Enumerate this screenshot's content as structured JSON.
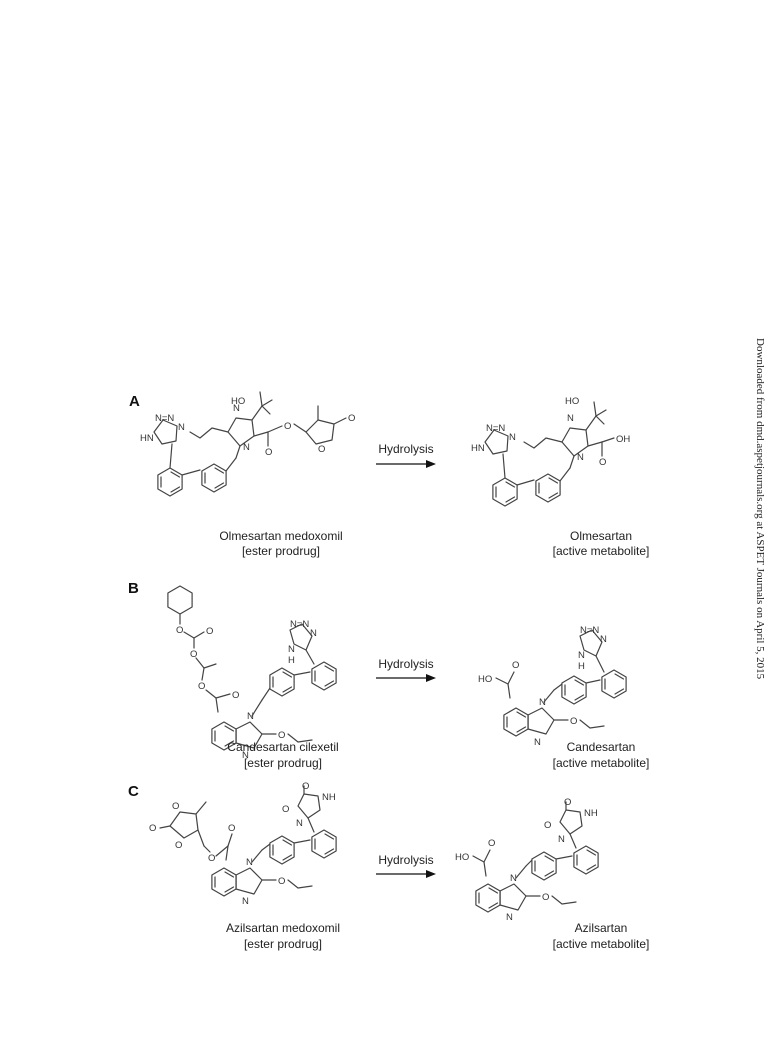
{
  "watermark": "Downloaded from dmd.aspetjournals.org at ASPET Journals on April 5, 2015",
  "reaction_label": "Hydrolysis",
  "panels": [
    {
      "letter": "A",
      "prodrug": {
        "name": "Olmesartan medoxomil",
        "tag": "[ester prodrug]"
      },
      "metabolite": {
        "name": "Olmesartan",
        "tag": "[active metabolite]"
      }
    },
    {
      "letter": "B",
      "prodrug": {
        "name": "Candesartan cilexetil",
        "tag": "[ester prodrug]"
      },
      "metabolite": {
        "name": "Candesartan",
        "tag": "[active metabolite]"
      }
    },
    {
      "letter": "C",
      "prodrug": {
        "name": "Azilsartan medoxomil",
        "tag": "[ester prodrug]"
      },
      "metabolite": {
        "name": "Azilsartan",
        "tag": "[active metabolite]"
      }
    }
  ],
  "atoms": {
    "HO": "HO",
    "OH": "OH",
    "O": "O",
    "N": "N",
    "NH": "NH",
    "HN": "HN",
    "H": "H",
    "N_eq_N": "N=N",
    "N_dash": "N"
  }
}
